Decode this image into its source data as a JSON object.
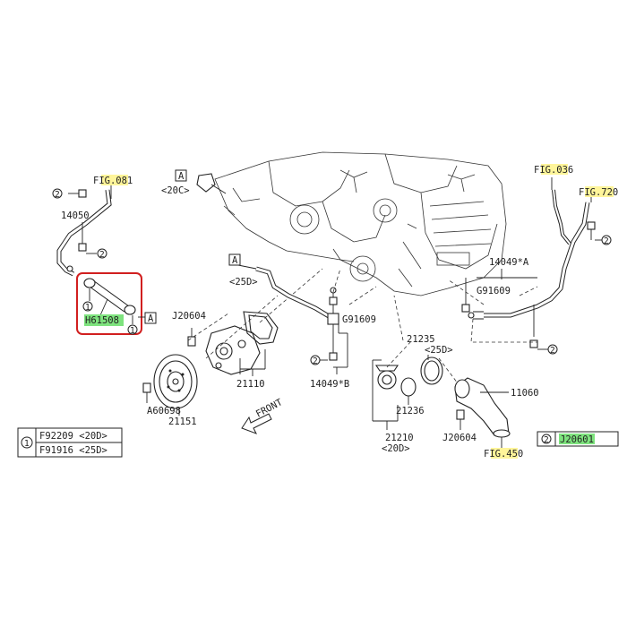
{
  "labels": {
    "fig081": "FIG.081",
    "fig036": "FIG.036",
    "fig720": "FIG.720",
    "fig450": "FIG.450",
    "p14050": "14050",
    "p14049a": "14049*A",
    "p14049b": "14049*B",
    "p21110": "21110",
    "p21151": "21151",
    "p21235": "21235",
    "p21236": "21236",
    "p21210": "21210",
    "p11060": "11060",
    "pJ20604a": "J20604",
    "pJ20604b": "J20604",
    "pA60698": "A60698",
    "pG91609a": "G91609",
    "pG91609b": "G91609",
    "pH61508": "H61508",
    "c20c": "<20C>",
    "c25d_a": "<25D>",
    "c25d_b": "<25D>",
    "c20d": "<20D>",
    "boxA": "A",
    "front": "FRONT",
    "n1": "1",
    "n2": "2"
  },
  "legend": {
    "row1": "F92209 <20D>",
    "row2": "F91916 <25D>",
    "circle1": "1",
    "circle2": "2",
    "part2": "J20601"
  },
  "colors": {
    "yellow_highlight": "#fff59a",
    "green_highlight": "#7ee37e",
    "selection_box": "#d11f1f"
  }
}
